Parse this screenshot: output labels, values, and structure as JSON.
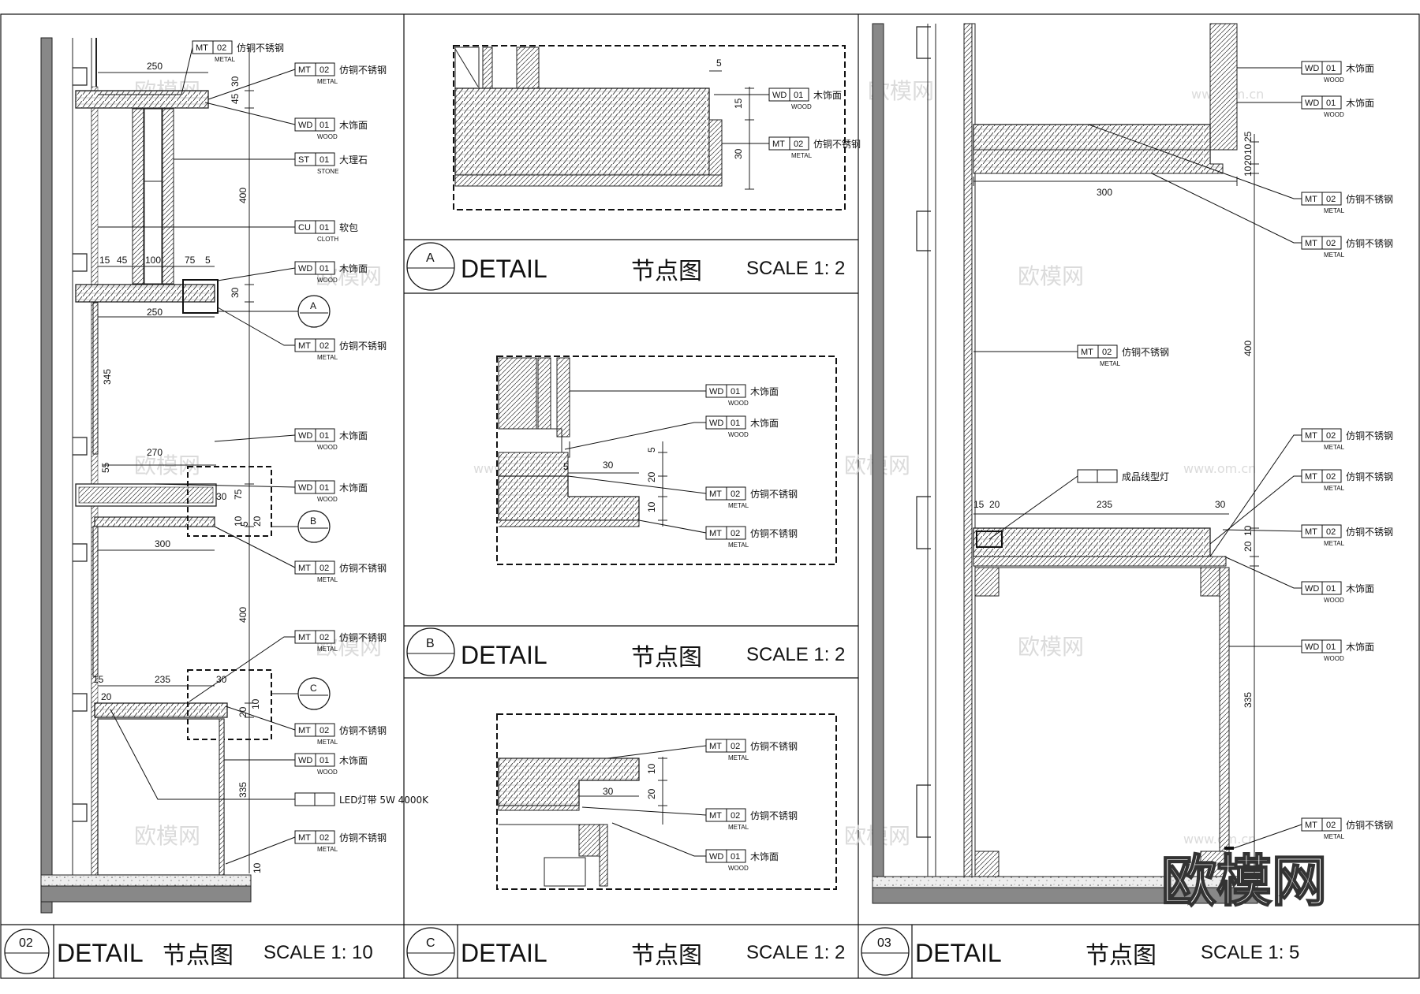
{
  "watermark": {
    "logo": "欧模网",
    "url": "www.om.cn"
  },
  "materials": {
    "mt02": {
      "code": "MT",
      "num": "02",
      "type": "METAL",
      "name": "仿铜不锈钢"
    },
    "wd01": {
      "code": "WD",
      "num": "01",
      "type": "WOOD",
      "name": "木饰面"
    },
    "st01": {
      "code": "ST",
      "num": "01",
      "type": "STONE",
      "name": "大理石"
    },
    "cu01": {
      "code": "CU",
      "num": "01",
      "type": "CLOTH",
      "name": "软包"
    },
    "led": {
      "name": "LED灯带 5W 4000K"
    },
    "linear_light": {
      "name": "成品线型灯"
    }
  },
  "panels": {
    "p02": {
      "id": "02",
      "title": "DETAIL",
      "title_cn": "节点图",
      "scale": "SCALE 1: 10",
      "dims": [
        "250",
        "45",
        "30",
        "400",
        "250",
        "30",
        "15",
        "45",
        "100",
        "75",
        "5",
        "345",
        "270",
        "55",
        "30",
        "75",
        "10",
        "5",
        "20",
        "300",
        "400",
        "235",
        "30",
        "15",
        "20",
        "20",
        "10",
        "335",
        "10"
      ],
      "callouts": [
        "A",
        "B",
        "C"
      ]
    },
    "pA": {
      "id": "A",
      "title": "DETAIL",
      "title_cn": "节点图",
      "scale": "SCALE 1: 2",
      "dims": [
        "5",
        "15",
        "30"
      ]
    },
    "pB": {
      "id": "B",
      "title": "DETAIL",
      "title_cn": "节点图",
      "scale": "SCALE 1: 2",
      "dims": [
        "5",
        "30",
        "5",
        "20",
        "10"
      ]
    },
    "pC": {
      "id": "C",
      "title": "DETAIL",
      "title_cn": "节点图",
      "scale": "SCALE 1: 2",
      "dims": [
        "10",
        "30",
        "20"
      ]
    },
    "p03": {
      "id": "03",
      "title": "DETAIL",
      "title_cn": "节点图",
      "scale": "SCALE 1: 5",
      "dims": [
        "25",
        "10",
        "20",
        "10",
        "300",
        "400",
        "15",
        "20",
        "235",
        "30",
        "10",
        "20",
        "335"
      ]
    }
  }
}
